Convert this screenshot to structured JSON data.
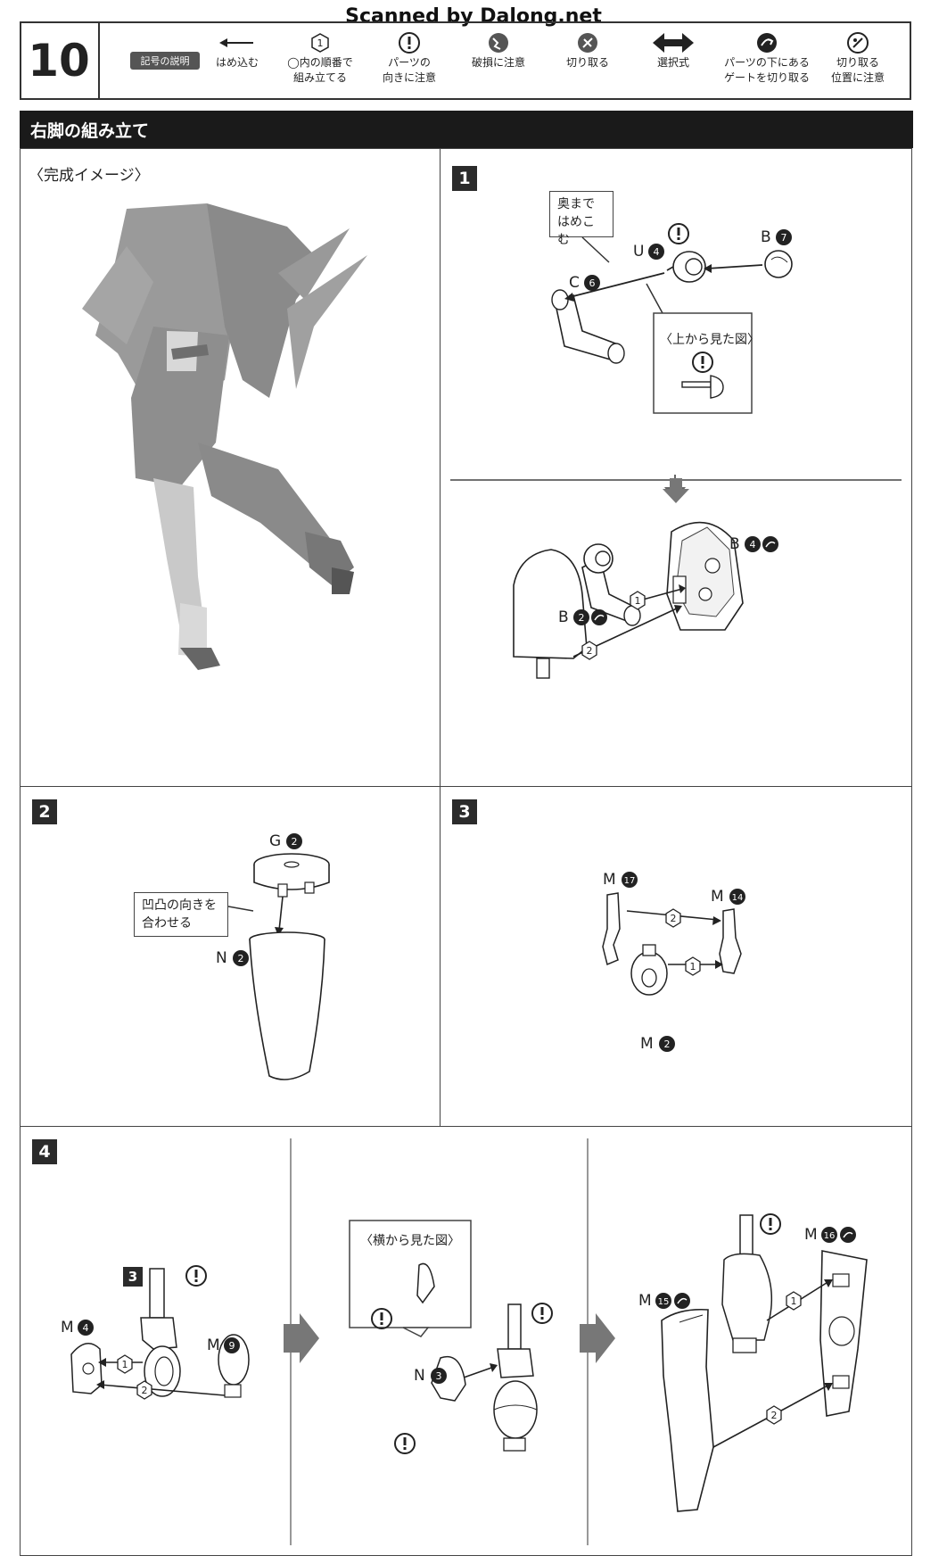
{
  "watermark": "Scanned by Dalong.net",
  "header": {
    "step_number": "10",
    "legend_title": "記号の説明",
    "legend": [
      {
        "icon": "arrow-left-icon",
        "line1": "はめ込む",
        "line2": ""
      },
      {
        "icon": "circle-number-icon",
        "line1": "◯内の順番で",
        "line2": "組み立てる"
      },
      {
        "icon": "exclamation-icon",
        "line1": "パーツの",
        "line2": "向きに注意"
      },
      {
        "icon": "breakage-icon",
        "line1": "破損に注意",
        "line2": ""
      },
      {
        "icon": "cut-icon",
        "line1": "切り取る",
        "line2": ""
      },
      {
        "icon": "double-arrow-icon",
        "line1": "選択式",
        "line2": ""
      },
      {
        "icon": "gate-cut-icon",
        "line1": "パーツの下にある",
        "line2": "ゲートを切り取る"
      },
      {
        "icon": "cut-position-icon",
        "line1": "切り取る",
        "line2": "位置に注意"
      }
    ]
  },
  "section_title": "右脚の組み立て",
  "completed_image": {
    "label": "〈完成イメージ〉"
  },
  "step1": {
    "number": "1",
    "note": [
      "奥まで",
      "はめこむ"
    ],
    "parts": {
      "u4": "U",
      "u4n": "4",
      "b7": "B",
      "b7n": "7",
      "c6": "C",
      "c6n": "6",
      "b2": "B",
      "b2n": "2",
      "b4": "B",
      "b4n": "4"
    },
    "top_view_label": "〈上から見た図〉",
    "order1": "1",
    "order2": "2"
  },
  "step2": {
    "number": "2",
    "note": [
      "凹凸の向きを",
      "合わせる"
    ],
    "parts": {
      "g2": "G",
      "g2n": "2",
      "n2": "N",
      "n2n": "2"
    }
  },
  "step3": {
    "number": "3",
    "parts": {
      "m17": "M",
      "m17n": "17",
      "m14": "M",
      "m14n": "14",
      "m2": "M",
      "m2n": "2"
    },
    "order1": "1",
    "order2": "2"
  },
  "step4": {
    "number": "4",
    "ref3": "3",
    "side_view_label": "〈横から見た図〉",
    "parts": {
      "m4": "M",
      "m4n": "4",
      "m9": "M",
      "m9n": "9",
      "n3": "N",
      "n3n": "3",
      "m15": "M",
      "m15n": "15",
      "m16": "M",
      "m16n": "16"
    },
    "order1": "1",
    "order2": "2"
  },
  "colors": {
    "ink": "#222222",
    "panel_border": "#444444",
    "section_bar": "#1a1a1a",
    "figure_gray": "#8c8c8c",
    "arrow_gray": "#777777"
  }
}
